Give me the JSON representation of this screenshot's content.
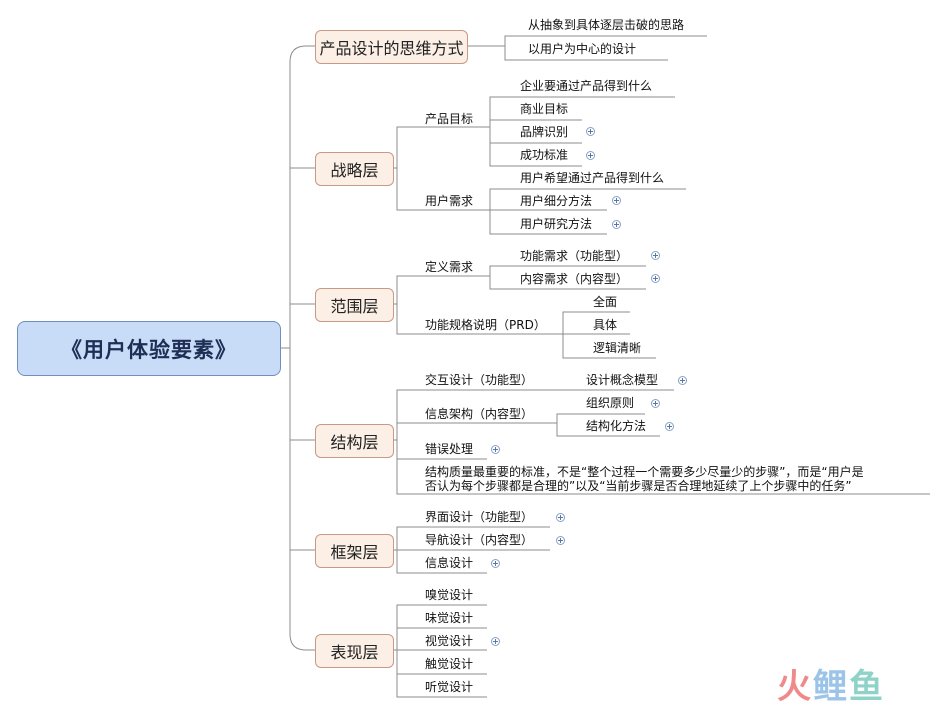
{
  "root": {
    "label": "《用户体验要素》"
  },
  "topics": {
    "t1": "产品设计的思维方式",
    "t2": "战略层",
    "t3": "范围层",
    "t4": "结构层",
    "t5": "框架层",
    "t6": "表现层"
  },
  "nodes": {
    "n1": "从抽象到具体逐层击破的思路",
    "n2": "以用户为中心的设计",
    "n3": "产品目标",
    "n4": "企业要通过产品得到什么",
    "n5": "商业目标",
    "n6": "品牌识别",
    "n7": "成功标准",
    "n8": "用户需求",
    "n9": "用户希望通过产品得到什么",
    "n10": "用户细分方法",
    "n11": "用户研究方法",
    "n12": "定义需求",
    "n13": "功能需求（功能型）",
    "n14": "内容需求（内容型）",
    "n15": "功能规格说明（PRD）",
    "n16": "全面",
    "n17": "具体",
    "n18": "逻辑清晰",
    "n19": "交互设计（功能型）",
    "n20": "设计概念模型",
    "n21": "信息架构（内容型）",
    "n22": "组织原则",
    "n23": "结构化方法",
    "n24": "错误处理",
    "n25a": "结构质量最重要的标准，不是“整个过程一个需要多少尽量少的步骤”，而是“用户是",
    "n25b": "否认为每个步骤都是合理的”以及“当前步骤是否合理地延续了上个步骤中的任务”",
    "n26": "界面设计（功能型）",
    "n27": "导航设计（内容型）",
    "n28": "信息设计",
    "n29": "嗅觉设计",
    "n30": "味觉设计",
    "n31": "视觉设计",
    "n32": "触觉设计",
    "n33": "听觉设计"
  },
  "logo": {
    "c1": "火",
    "c2": "鲤",
    "c3": "鱼"
  },
  "colors": {
    "root_fill": "#c8dcf8",
    "topic_fill": "#fbefe6",
    "connector": "#808080",
    "topic_connector": "#c79a85"
  }
}
